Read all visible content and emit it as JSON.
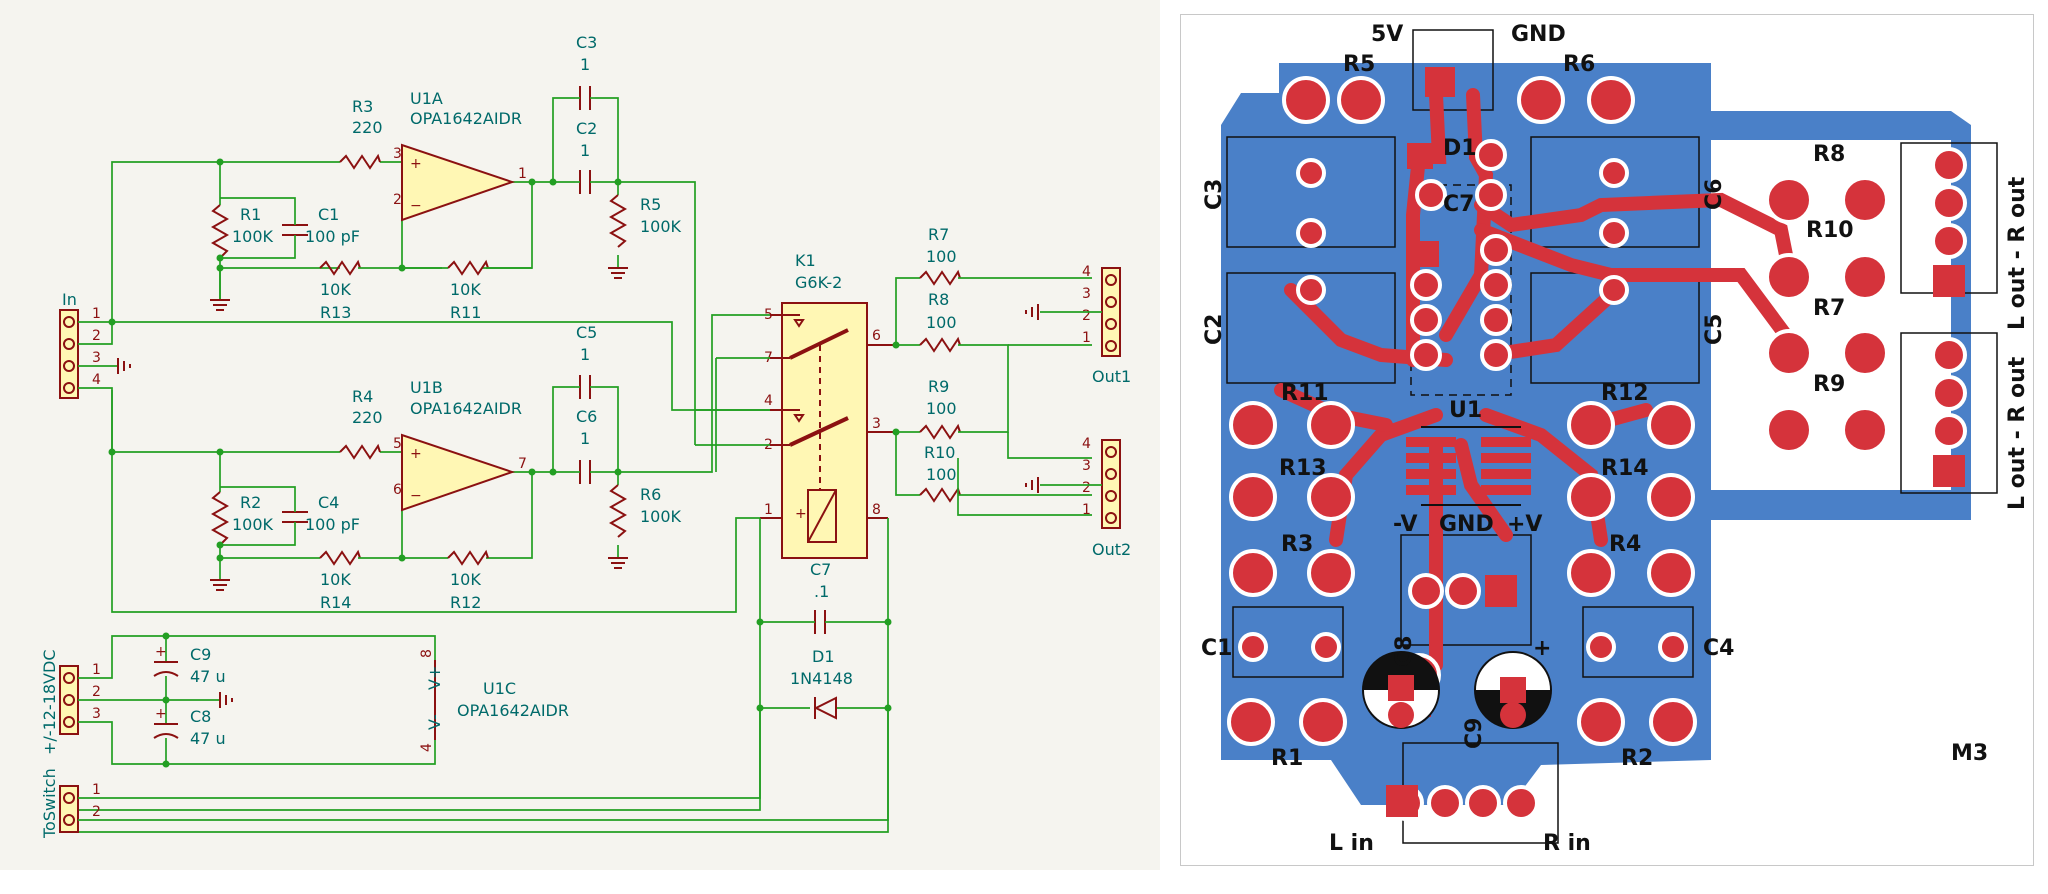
{
  "schematic": {
    "components": {
      "r3": {
        "ref": "R3",
        "val": "220"
      },
      "r4": {
        "ref": "R4",
        "val": "220"
      },
      "r1": {
        "ref": "R1",
        "val": "100K"
      },
      "r2": {
        "ref": "R2",
        "val": "100K"
      },
      "c1": {
        "ref": "C1",
        "val": "100 pF"
      },
      "c4": {
        "ref": "C4",
        "val": "100 pF"
      },
      "r13": {
        "ref": "R13",
        "val": "10K"
      },
      "r14": {
        "ref": "R14",
        "val": "10K"
      },
      "r11": {
        "ref": "R11",
        "val": "10K"
      },
      "r12": {
        "ref": "R12",
        "val": "10K"
      },
      "u1a": {
        "ref": "U1A",
        "val": "OPA1642AIDR"
      },
      "u1b": {
        "ref": "U1B",
        "val": "OPA1642AIDR"
      },
      "u1c": {
        "ref": "U1C",
        "val": "OPA1642AIDR"
      },
      "c3": {
        "ref": "C3",
        "val": "1"
      },
      "c2": {
        "ref": "C2",
        "val": "1"
      },
      "c5": {
        "ref": "C5",
        "val": "1"
      },
      "c6": {
        "ref": "C6",
        "val": "1"
      },
      "r5": {
        "ref": "R5",
        "val": "100K"
      },
      "r6": {
        "ref": "R6",
        "val": "100K"
      },
      "k1": {
        "ref": "K1",
        "val": "G6K-2"
      },
      "r7": {
        "ref": "R7",
        "val": "100"
      },
      "r8": {
        "ref": "R8",
        "val": "100"
      },
      "r9": {
        "ref": "R9",
        "val": "100"
      },
      "r10": {
        "ref": "R10",
        "val": "100"
      },
      "c7": {
        "ref": "C7",
        "val": ".1"
      },
      "d1": {
        "ref": "D1",
        "val": "1N4148"
      },
      "c9": {
        "ref": "C9",
        "val": "47 u"
      },
      "c8": {
        "ref": "C8",
        "val": "47 u"
      }
    },
    "connectors": {
      "in": "In",
      "out1": "Out1",
      "out2": "Out2",
      "power": "+/-12-18VDC",
      "toswitch": "ToSwitch"
    },
    "pins": {
      "u1a": [
        "3",
        "2",
        "1"
      ],
      "u1b": [
        "5",
        "6",
        "7"
      ],
      "u1c": [
        "8",
        "4",
        "V+",
        "V-"
      ],
      "k1": [
        "5",
        "7",
        "4",
        "2",
        "1",
        "6",
        "3",
        "8"
      ],
      "conn4": [
        "1",
        "2",
        "3",
        "4"
      ],
      "conn3": [
        "1",
        "2",
        "3"
      ],
      "conn2": [
        "1",
        "2"
      ],
      "polarity": "+"
    }
  },
  "pcb": {
    "refs": {
      "r5": "R5",
      "r6": "R6",
      "d1": "D1",
      "c3": "C3",
      "c7": "C7",
      "c6": "C6",
      "c2": "C2",
      "c5": "C5",
      "r8": "R8",
      "r10": "R10",
      "r7": "R7",
      "r9": "R9",
      "r11": "R11",
      "r12": "R12",
      "u1": "U1",
      "r13": "R13",
      "r14": "R14",
      "r3": "R3",
      "r4": "R4",
      "c1": "C1",
      "c4": "C4",
      "c8": "C8",
      "c9": "C9",
      "r1": "R1",
      "r2": "R2",
      "m3": "M3"
    },
    "labels": {
      "v5": "5V",
      "gnd_top": "GND",
      "neg_v": "-V",
      "gnd_mid": "GND",
      "pos_v": "+V",
      "l_in": "L in",
      "r_in": "R in",
      "l_out": "L out - R out",
      "plus": "+"
    }
  },
  "colors": {
    "wire": "#239f23",
    "symbol": "#8b1111",
    "symbol_fill": "#fff7b4",
    "label": "#006a6a",
    "copper_pour": "#4a80c8",
    "trace": "#d5333b",
    "pad": "#d5333b"
  }
}
